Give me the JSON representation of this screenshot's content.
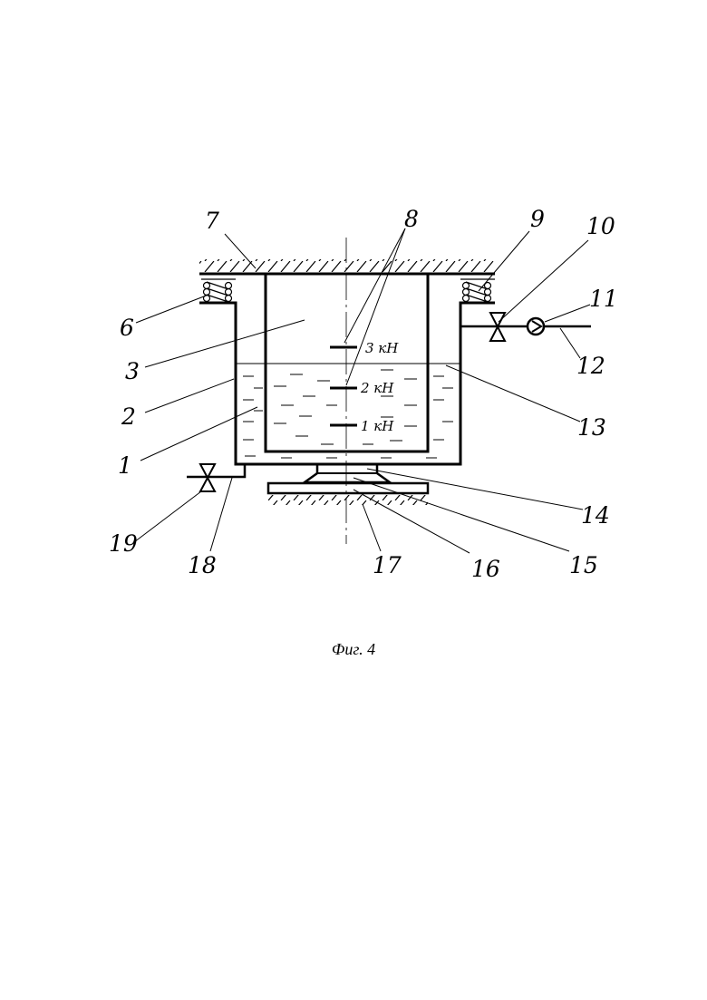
{
  "labels": {
    "n1": "1",
    "n2": "2",
    "n3": "3",
    "n6": "6",
    "n7": "7",
    "n8": "8",
    "n9": "9",
    "n10": "10",
    "n11": "11",
    "n12": "12",
    "n13": "13",
    "n14": "14",
    "n15": "15",
    "n16": "16",
    "n17": "17",
    "n18": "18",
    "n19": "19"
  },
  "scale_marks": {
    "m3": "3 кН",
    "m2": "2 кН",
    "m1": "1 кН"
  },
  "caption": "Фиг. 4"
}
